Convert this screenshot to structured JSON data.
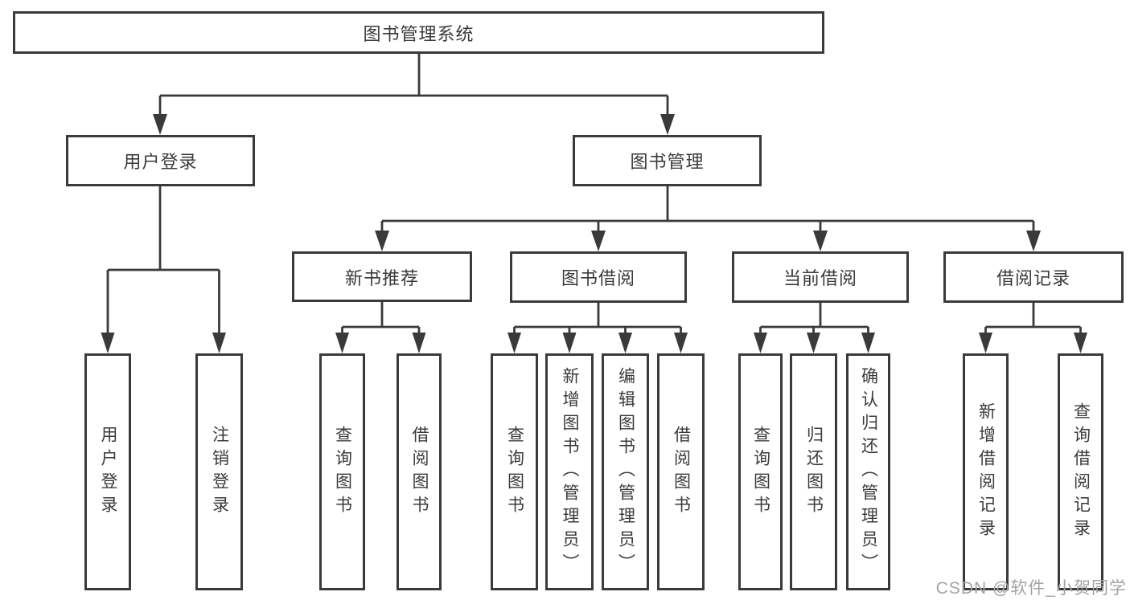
{
  "diagram": {
    "root": {
      "label": "图书管理系统"
    },
    "level2": [
      {
        "label": "用户登录"
      },
      {
        "label": "图书管理"
      }
    ],
    "level3": [
      {
        "label": "新书推荐"
      },
      {
        "label": "图书借阅"
      },
      {
        "label": "当前借阅"
      },
      {
        "label": "借阅记录"
      }
    ],
    "leaves": [
      {
        "label": "用户登录"
      },
      {
        "label": "注销登录"
      },
      {
        "label": "查询图书"
      },
      {
        "label": "借阅图书"
      },
      {
        "label": "查询图书"
      },
      {
        "label": "新增图书（管理员）"
      },
      {
        "label": "编辑图书（管理员）"
      },
      {
        "label": "借阅图书"
      },
      {
        "label": "查询图书"
      },
      {
        "label": "归还图书"
      },
      {
        "label": "确认归还（管理员）"
      },
      {
        "label": "新增借阅记录"
      },
      {
        "label": "查询借阅记录"
      }
    ]
  },
  "watermark": {
    "text": "CSDN @软件_小贺同学"
  },
  "colors": {
    "line": "#3a3a3a",
    "text": "#3a3a3a",
    "watermark": "#a0a4a8",
    "background": "#ffffff"
  }
}
